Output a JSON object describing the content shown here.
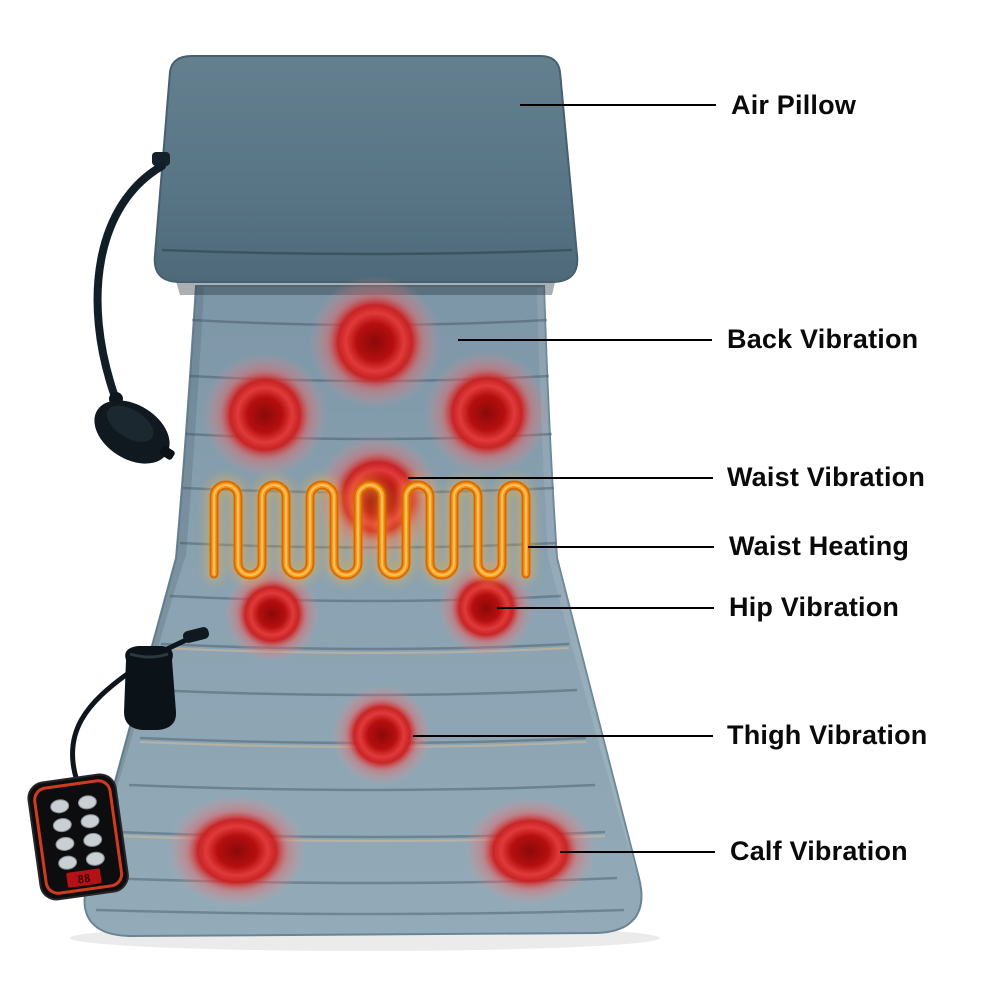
{
  "annotations": [
    {
      "id": "air-pillow",
      "label": "Air Pillow"
    },
    {
      "id": "back-vibration",
      "label": "Back Vibration"
    },
    {
      "id": "waist-vibration",
      "label": "Waist Vibration"
    },
    {
      "id": "waist-heating",
      "label": "Waist Heating"
    },
    {
      "id": "hip-vibration",
      "label": "Hip Vibration"
    },
    {
      "id": "thigh-vibration",
      "label": "Thigh Vibration"
    },
    {
      "id": "calf-vibration",
      "label": "Calf Vibration"
    }
  ],
  "remote": {
    "display_value": "88"
  },
  "colors": {
    "mat_blue": "#87a0b0",
    "pillow_blue": "#5c7a8d",
    "vibration_red": "#c41111",
    "heating_orange": "#f08200",
    "label_black": "#0a0a0a"
  }
}
